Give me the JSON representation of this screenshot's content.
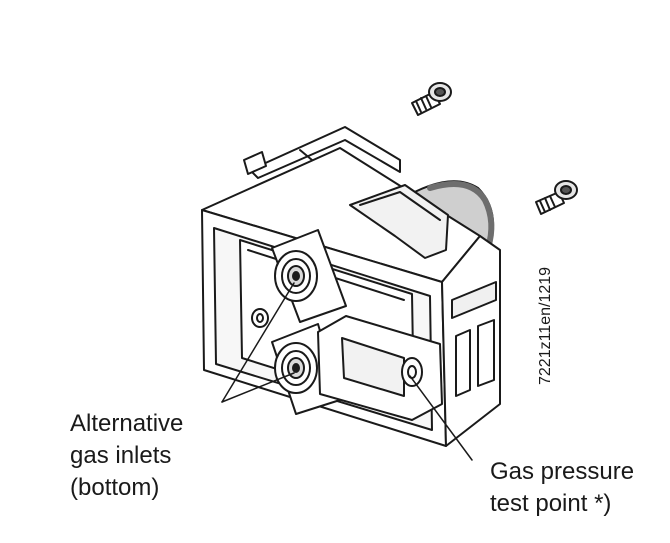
{
  "labels": {
    "inlets_line1": "Alternative",
    "inlets_line2": "gas inlets",
    "inlets_line3": "(bottom)",
    "test_point_line1": "Gas pressure",
    "test_point_line2": "test point *)",
    "document_id": "7221z11en/1219"
  },
  "colors": {
    "line": "#1a1a1a",
    "fill": "#ffffff",
    "shade": "#bdbdbd",
    "dark": "#6e6e6e"
  }
}
